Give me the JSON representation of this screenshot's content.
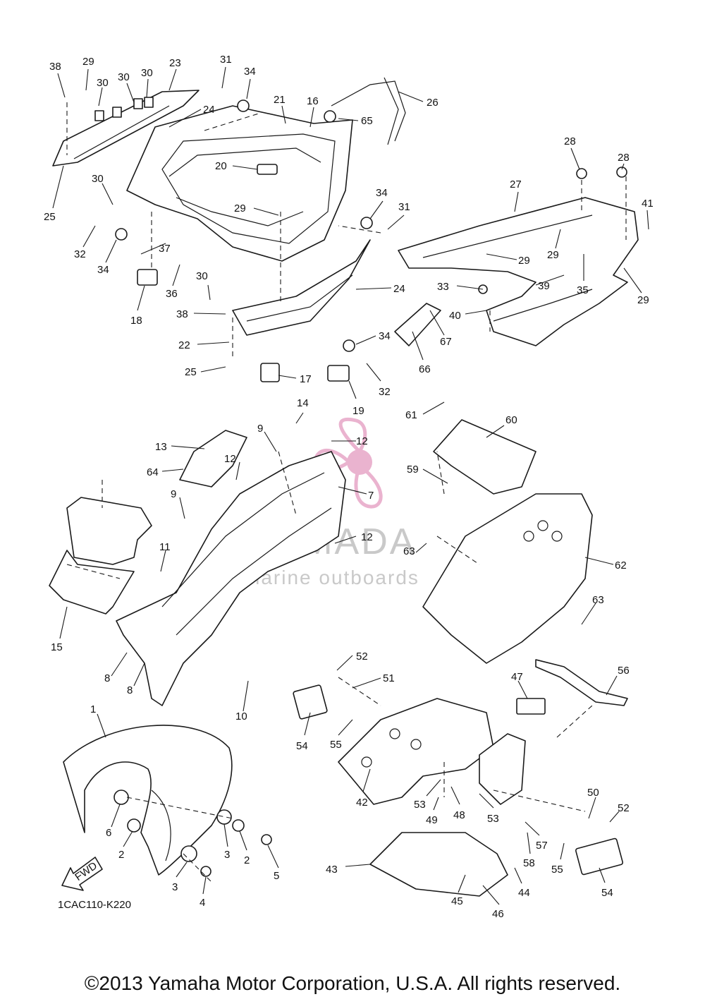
{
  "callouts": [
    {
      "label": "38"
    },
    {
      "label": "29"
    },
    {
      "label": "30"
    },
    {
      "label": "30"
    },
    {
      "label": "30"
    },
    {
      "label": "23"
    },
    {
      "label": "31"
    },
    {
      "label": "34"
    },
    {
      "label": "21"
    },
    {
      "label": "16"
    },
    {
      "label": "26"
    },
    {
      "label": "24"
    },
    {
      "label": "65"
    },
    {
      "label": "30"
    },
    {
      "label": "25"
    },
    {
      "label": "20"
    },
    {
      "label": "29"
    },
    {
      "label": "34"
    },
    {
      "label": "31"
    },
    {
      "label": "32"
    },
    {
      "label": "34"
    },
    {
      "label": "37"
    },
    {
      "label": "36"
    },
    {
      "label": "18"
    },
    {
      "label": "30"
    },
    {
      "label": "24"
    },
    {
      "label": "38"
    },
    {
      "label": "22"
    },
    {
      "label": "25"
    },
    {
      "label": "17"
    },
    {
      "label": "19"
    },
    {
      "label": "34"
    },
    {
      "label": "32"
    },
    {
      "label": "66"
    },
    {
      "label": "67"
    },
    {
      "label": "28"
    },
    {
      "label": "28"
    },
    {
      "label": "27"
    },
    {
      "label": "41"
    },
    {
      "label": "29"
    },
    {
      "label": "29"
    },
    {
      "label": "35"
    },
    {
      "label": "29"
    },
    {
      "label": "39"
    },
    {
      "label": "33"
    },
    {
      "label": "40"
    },
    {
      "label": "14"
    },
    {
      "label": "12"
    },
    {
      "label": "9"
    },
    {
      "label": "13"
    },
    {
      "label": "64"
    },
    {
      "label": "12"
    },
    {
      "label": "7"
    },
    {
      "label": "9"
    },
    {
      "label": "12"
    },
    {
      "label": "11"
    },
    {
      "label": "15"
    },
    {
      "label": "8"
    },
    {
      "label": "8"
    },
    {
      "label": "10"
    },
    {
      "label": "61"
    },
    {
      "label": "60"
    },
    {
      "label": "59"
    },
    {
      "label": "63"
    },
    {
      "label": "62"
    },
    {
      "label": "63"
    },
    {
      "label": "52"
    },
    {
      "label": "51"
    },
    {
      "label": "54"
    },
    {
      "label": "55"
    },
    {
      "label": "47"
    },
    {
      "label": "56"
    },
    {
      "label": "42"
    },
    {
      "label": "53"
    },
    {
      "label": "49"
    },
    {
      "label": "48"
    },
    {
      "label": "53"
    },
    {
      "label": "57"
    },
    {
      "label": "58"
    },
    {
      "label": "50"
    },
    {
      "label": "52"
    },
    {
      "label": "55"
    },
    {
      "label": "54"
    },
    {
      "label": "43"
    },
    {
      "label": "45"
    },
    {
      "label": "46"
    },
    {
      "label": "44"
    },
    {
      "label": "1"
    },
    {
      "label": "6"
    },
    {
      "label": "2"
    },
    {
      "label": "3"
    },
    {
      "label": "2"
    },
    {
      "label": "5"
    },
    {
      "label": "3"
    },
    {
      "label": "4"
    }
  ],
  "arrow_label": "FWD",
  "diagram_code": "1CAC110-K220",
  "watermark": {
    "brand": "ARMADA",
    "tagline": "marine outboards",
    "brand_color": "#c9c9c9",
    "logo_color": "#e7a6c7"
  },
  "copyright": "©2013 Yamaha Motor Corporation, U.S.A. All rights reserved."
}
